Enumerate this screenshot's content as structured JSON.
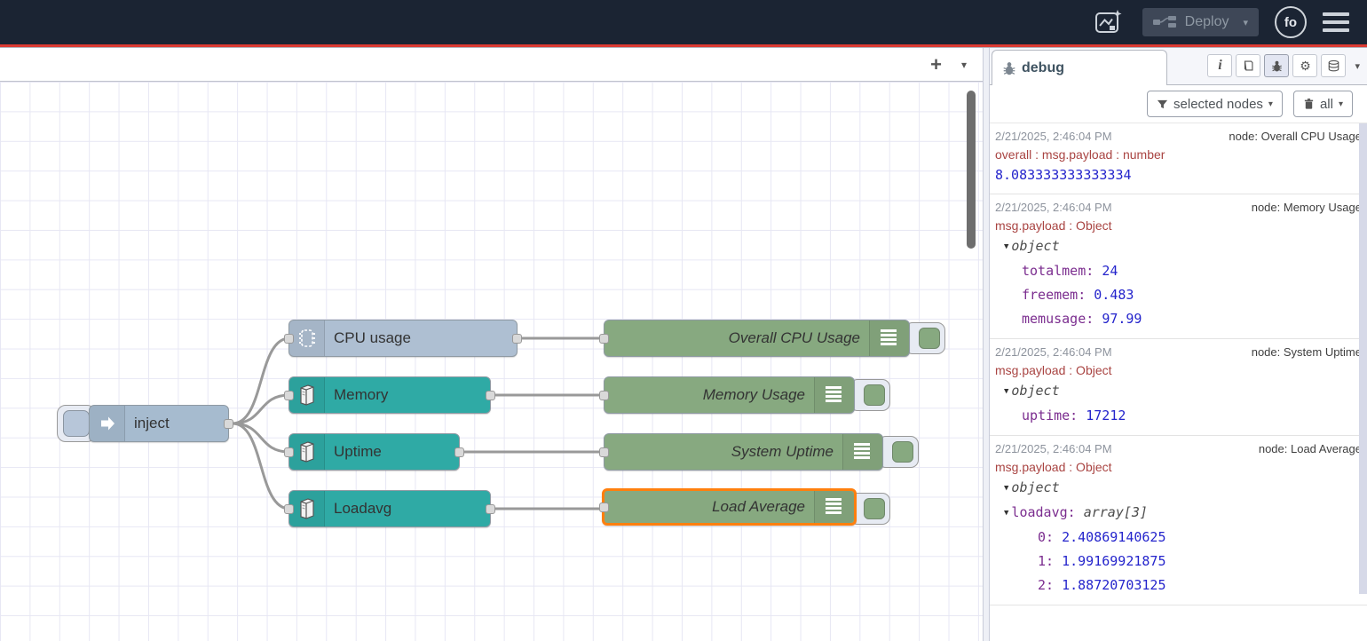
{
  "header": {
    "deploy_label": "Deploy",
    "avatar_initials": "fo"
  },
  "icons": {
    "plus": "+",
    "caret_down": "▾",
    "tree_caret": "▼",
    "info": "i",
    "gear": "⚙"
  },
  "colors": {
    "header_bg": "#1b2433",
    "status_line_red": "#dc3a32",
    "inject_node": "#a6bbcf",
    "cpu_node": "#aebfd2",
    "os_node_teal": "#2faaa5",
    "debug_node_green": "#87a980",
    "selection_orange": "#ff7f0e",
    "wire_gray": "#999999"
  },
  "flow": {
    "nodes": [
      {
        "id": "inject",
        "label": "inject"
      },
      {
        "id": "cpu-usage",
        "label": "CPU usage"
      },
      {
        "id": "memory",
        "label": "Memory"
      },
      {
        "id": "uptime",
        "label": "Uptime"
      },
      {
        "id": "loadavg",
        "label": "Loadavg"
      },
      {
        "id": "overall-cpu-usage",
        "label": "Overall CPU Usage"
      },
      {
        "id": "memory-usage",
        "label": "Memory Usage"
      },
      {
        "id": "system-uptime",
        "label": "System Uptime"
      },
      {
        "id": "load-average",
        "label": "Load Average",
        "selected": true
      }
    ]
  },
  "sidebar": {
    "tab_label": "debug",
    "filter_button": "selected nodes",
    "clear_button": "all",
    "messages": [
      {
        "time": "2/21/2025, 2:46:04 PM",
        "node": "node: Overall CPU Usage",
        "meta": "overall : msg.payload : number",
        "value": "8.083333333333334"
      },
      {
        "time": "2/21/2025, 2:46:04 PM",
        "node": "node: Memory Usage",
        "meta": "msg.payload : Object",
        "object_label": "object",
        "entries": [
          {
            "key": "totalmem:",
            "value": "24"
          },
          {
            "key": "freemem:",
            "value": "0.483"
          },
          {
            "key": "memusage:",
            "value": "97.99"
          }
        ]
      },
      {
        "time": "2/21/2025, 2:46:04 PM",
        "node": "node: System Uptime",
        "meta": "msg.payload : Object",
        "object_label": "object",
        "entries": [
          {
            "key": "uptime:",
            "value": "17212"
          }
        ]
      },
      {
        "time": "2/21/2025, 2:46:04 PM",
        "node": "node: Load Average",
        "meta": "msg.payload : Object",
        "object_label": "object",
        "array_key": "loadavg:",
        "array_label": "array[3]",
        "entries": [
          {
            "key": "0:",
            "value": "2.40869140625"
          },
          {
            "key": "1:",
            "value": "1.99169921875"
          },
          {
            "key": "2:",
            "value": "1.88720703125"
          }
        ]
      }
    ]
  }
}
